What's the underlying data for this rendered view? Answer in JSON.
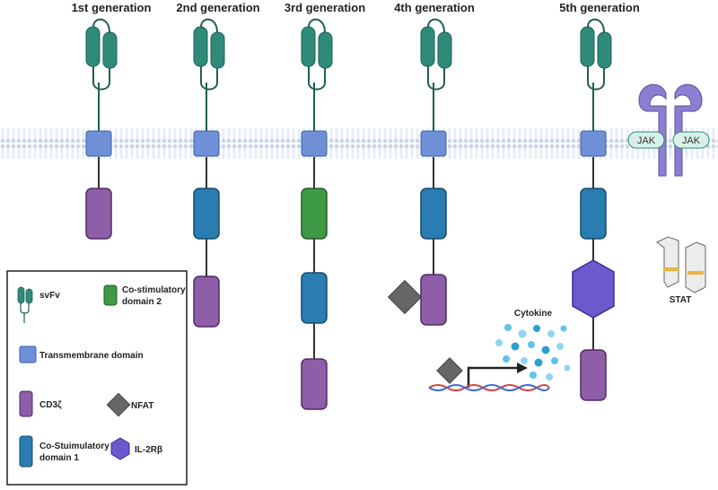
{
  "generations": [
    {
      "title": "1st generation"
    },
    {
      "title": "2nd generation"
    },
    {
      "title": "3rd generation"
    },
    {
      "title": "4th generation"
    },
    {
      "title": "5th generation"
    }
  ],
  "labels": {
    "jak": "JAK",
    "stat": "STAT",
    "cytokine": "Cytokine"
  },
  "legend": {
    "scfv": "svFv",
    "costim2_line1": "Co-stimulatory",
    "costim2_line2": "domain 2",
    "transmembrane": "Transmembrane domain",
    "cd3z": "CD3ζ",
    "nfat": "NFAT",
    "costim1_line1": "Co-Stuimulatory",
    "costim1_line2": "domain 1",
    "il2rb": "IL-2Rβ"
  },
  "colors": {
    "scfv": "#2e8b7a",
    "transmembrane": "#6f8fd6",
    "cd3z": "#8e5ea8",
    "costim1": "#2a7db0",
    "costim2": "#3f9a46",
    "nfat": "#666666",
    "il2rb": "#6a5acd",
    "membrane": "#b9cde3",
    "jak_receptor": "#8a7fd0"
  }
}
